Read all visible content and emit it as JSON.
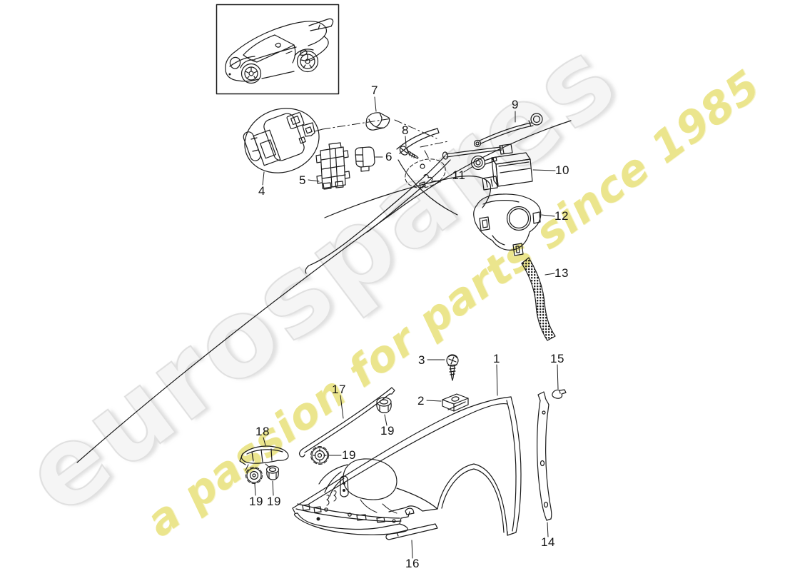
{
  "page": {
    "background_color": "#ffffff"
  },
  "watermark": {
    "brand_text": "eurospares",
    "tagline_text": "a passion for parts since 1985",
    "brand_color": "#f5f5f5",
    "tagline_color": "#e9e381"
  },
  "thumbnail": {
    "subject": "car-line-drawing"
  },
  "diagram": {
    "line_color": "#1a1a1a",
    "labels": [
      {
        "text": "7"
      },
      {
        "text": "4"
      },
      {
        "text": "5"
      },
      {
        "text": "6"
      },
      {
        "text": "8"
      },
      {
        "text": "9"
      },
      {
        "text": "10"
      },
      {
        "text": "11"
      },
      {
        "text": "12"
      },
      {
        "text": "13"
      },
      {
        "text": "3"
      },
      {
        "text": "1"
      },
      {
        "text": "15"
      },
      {
        "text": "2"
      },
      {
        "text": "17"
      },
      {
        "text": "18"
      },
      {
        "text": "19"
      },
      {
        "text": "19"
      },
      {
        "text": "19"
      },
      {
        "text": "19"
      },
      {
        "text": "14"
      },
      {
        "text": "16"
      }
    ]
  }
}
